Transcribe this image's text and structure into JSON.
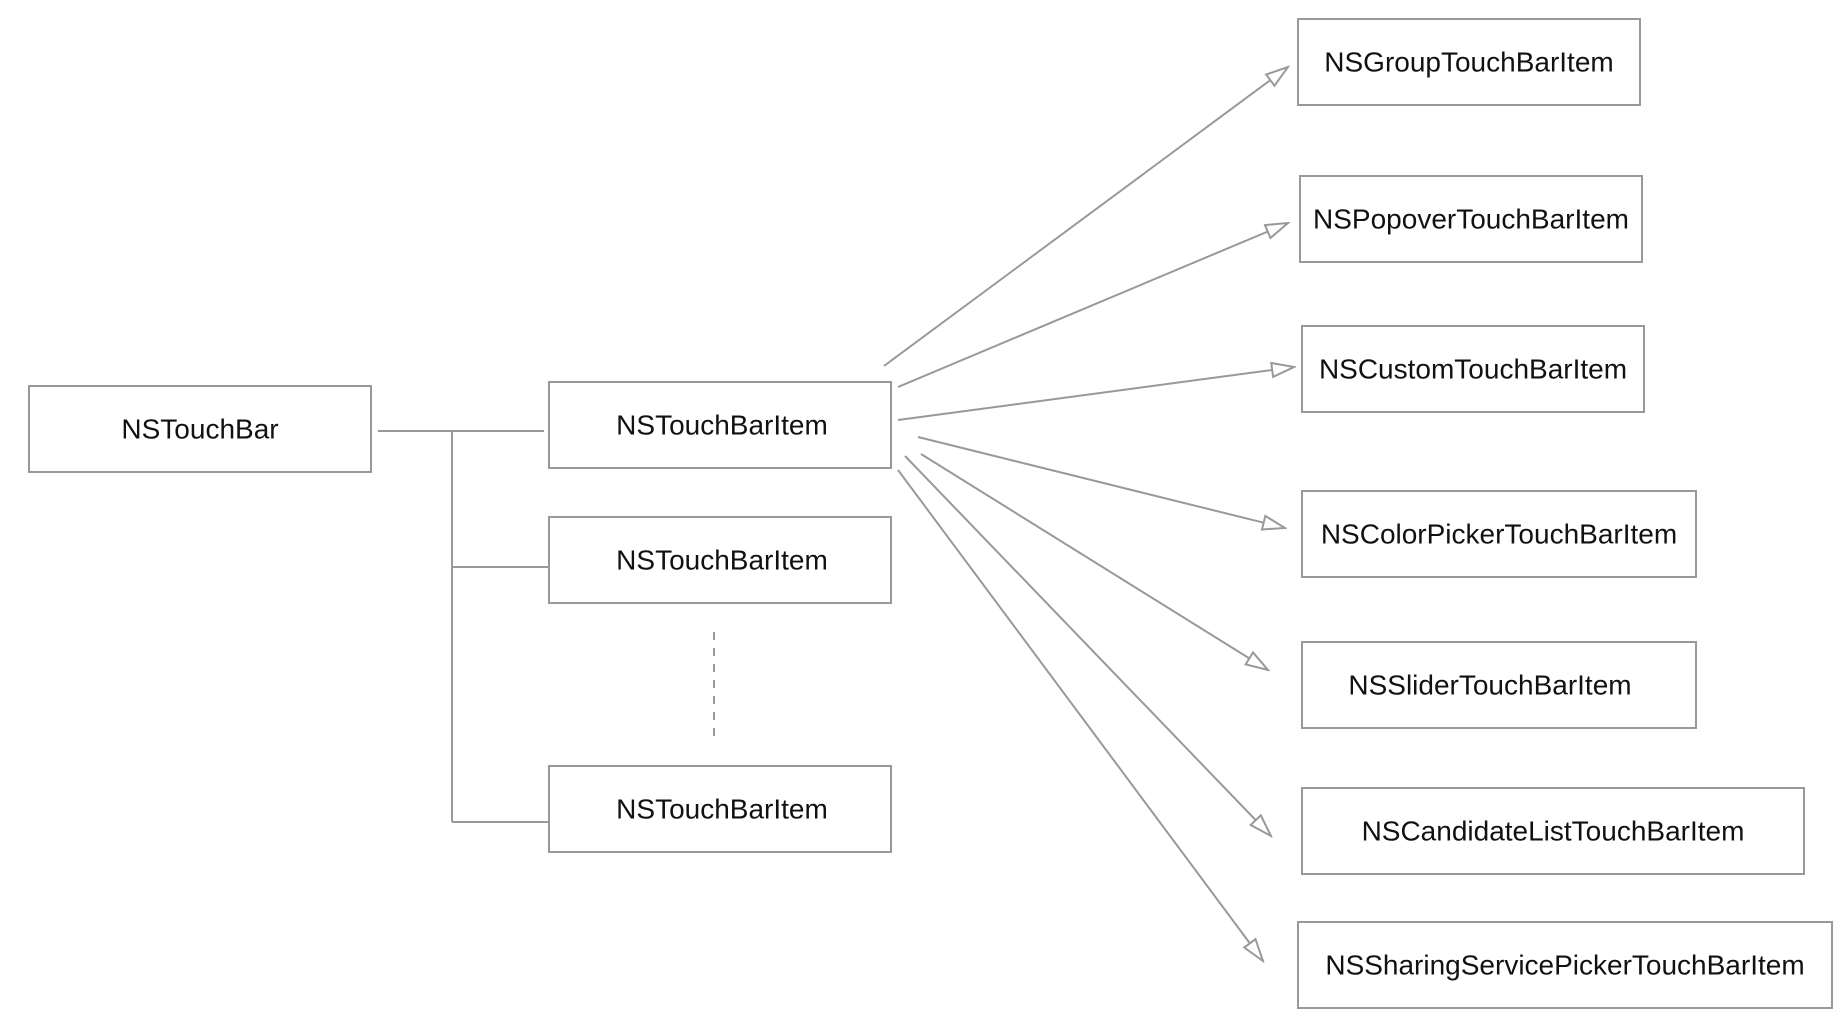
{
  "diagram": {
    "root": {
      "label": "NSTouchBar"
    },
    "items": [
      {
        "label": "NSTouchBarItem"
      },
      {
        "label": "NSTouchBarItem"
      },
      {
        "label": "NSTouchBarItem"
      }
    ],
    "subclasses": [
      {
        "label": "NSGroupTouchBarItem"
      },
      {
        "label": "NSPopoverTouchBarItem"
      },
      {
        "label": "NSCustomTouchBarItem"
      },
      {
        "label": "NSColorPickerTouchBarItem"
      },
      {
        "label": "NSSliderTouchBarItem"
      },
      {
        "label": "NSCandidateListTouchBarItem"
      },
      {
        "label": "NSSharingServicePickerTouchBarItem"
      }
    ],
    "colors": {
      "stroke": "#999999",
      "text": "#111111",
      "background": "#ffffff"
    }
  }
}
